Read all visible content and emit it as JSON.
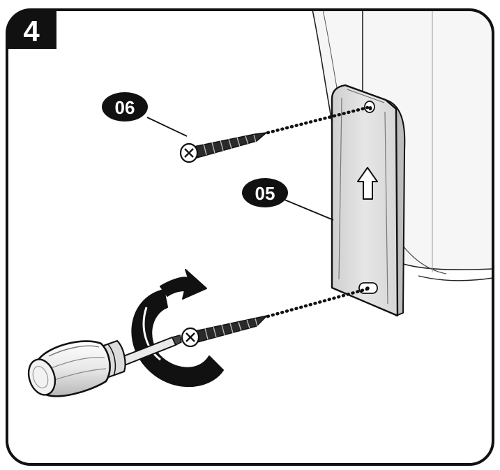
{
  "step": {
    "number": "4"
  },
  "callouts": [
    {
      "label": "06",
      "part": "screw"
    },
    {
      "label": "05",
      "part": "bracket"
    }
  ],
  "icons": {
    "screw": "screw-icon",
    "bracket": "wall-bracket-icon",
    "up_arrow": "up-arrow-icon",
    "rotation": "clockwise-arrow-icon",
    "screwdriver": "screwdriver-icon"
  },
  "colors": {
    "frame": "#111111",
    "background": "#ffffff",
    "badge": "#111111",
    "bracket_face": "#e2e2e2",
    "bracket_edge": "#bcbcbc",
    "wall": "#f4f4f4"
  }
}
